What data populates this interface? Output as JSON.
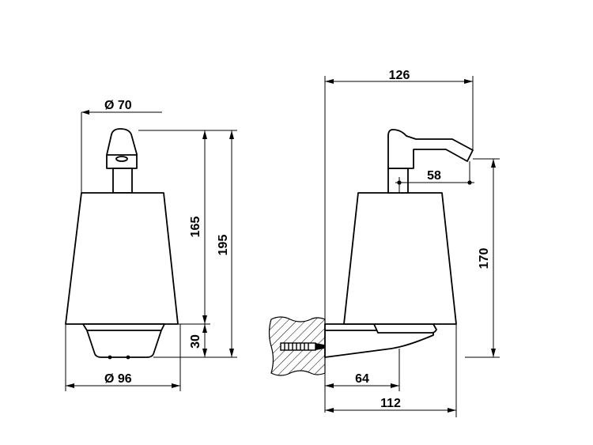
{
  "dimensions": {
    "top_diameter": "Ø 70",
    "height_body": "165",
    "height_total": "195",
    "base_height": "30",
    "base_diameter": "Ø 96",
    "side_width": "126",
    "spout_offset": "58",
    "side_height": "170",
    "wall_offset": "64",
    "wall_depth": "112"
  },
  "colors": {
    "line": "#000000",
    "background": "#ffffff"
  }
}
